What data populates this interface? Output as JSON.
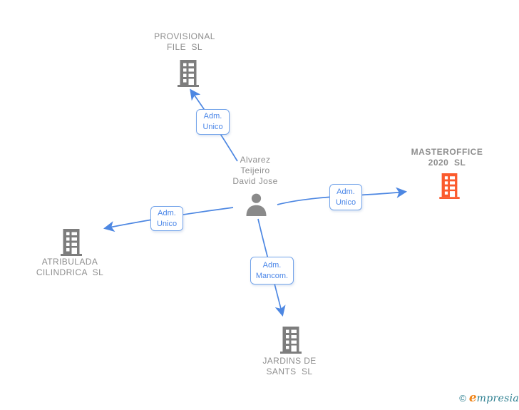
{
  "diagram": {
    "person": {
      "id": "alvarez-teijeiro-david-jose",
      "name_line1": "Alvarez",
      "name_line2": "Teijeiro",
      "name_line3": "David Jose"
    },
    "companies": [
      {
        "id": "provisional-file-sl",
        "name_line1": "PROVISIONAL",
        "name_line2": "FILE  SL",
        "highlight": false
      },
      {
        "id": "masteroffice-2020-sl",
        "name_line1": "MASTEROFFICE",
        "name_line2": "2020  SL",
        "highlight": true
      },
      {
        "id": "atribulada-cilindrica-sl",
        "name_line1": "ATRIBULADA",
        "name_line2": "CILINDRICA  SL",
        "highlight": false
      },
      {
        "id": "jardins-de-sants-sl",
        "name_line1": "JARDINS DE",
        "name_line2": "SANTS  SL",
        "highlight": false
      }
    ],
    "relations": [
      {
        "target": "provisional-file-sl",
        "line1": "Adm.",
        "line2": "Unico"
      },
      {
        "target": "masteroffice-2020-sl",
        "line1": "Adm.",
        "line2": "Unico"
      },
      {
        "target": "atribulada-cilindrica-sl",
        "line1": "Adm.",
        "line2": "Unico"
      },
      {
        "target": "jardins-de-sants-sl",
        "line1": "Adm.",
        "line2": "Mancom."
      }
    ],
    "colors": {
      "edge_blue": "#4d87e2",
      "label_box_border": "#74a4ea",
      "label_text_blue": "#4a86e8",
      "company_icon_gray": "#7d7d7d",
      "company_icon_highlight": "#fb5a2d",
      "node_text_gray": "#8e8e8e"
    }
  },
  "footer": {
    "copyright_symbol": "©",
    "brand_first_letter": "e",
    "brand_rest": "mpresia"
  }
}
